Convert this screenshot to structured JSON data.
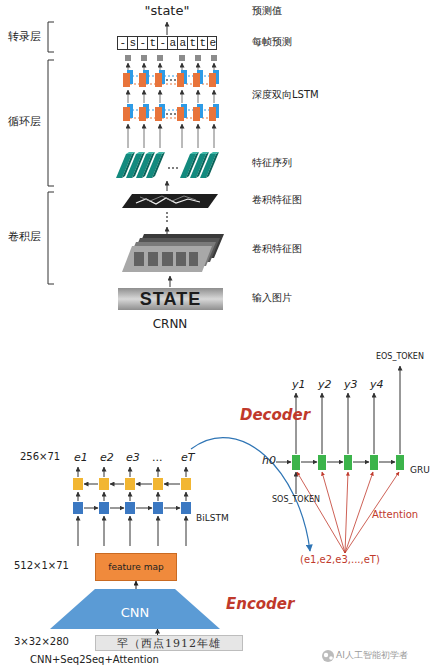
{
  "diagram": {
    "nodes": [
      {
        "text": [
          "-s-t-aatte"
        ]
      },
      {
        "text": [
          "STATE"
        ]
      },
      {
        "text": [
          "feature map"
        ]
      },
      {
        "text": [
          "CNN"
        ]
      },
      {
        "text": [
          "罕（西点1912年雄"
        ]
      }
    ],
    "edges": [
      {
        "from": 4,
        "to": 3,
        "arrow": "to"
      },
      {
        "from": 3,
        "to": 2,
        "arrow": "to"
      }
    ],
    "labels": [
      "转录层",
      "循环层",
      "卷积层",
      "\"state\"",
      "预测值",
      "每帧预测",
      "深度双向LSTM",
      "特征序列",
      "卷积特征图",
      "卷积特征图",
      "输入图片",
      "CRNN",
      "Decoder",
      "EOS_TOKEN",
      "y1",
      "y2",
      "y3",
      "y4",
      "h0",
      "GRU",
      "SOS_TOKEN",
      "Attention",
      "(e1,e2,e3,...,eT)",
      "256×71",
      "e1",
      "e2",
      "e3",
      "...",
      "eT",
      "BiLSTM",
      "512×1×71",
      "Encoder",
      "3×32×280",
      "CNN+Seq2Seq+Attention",
      "AI人工智能初学者"
    ]
  }
}
